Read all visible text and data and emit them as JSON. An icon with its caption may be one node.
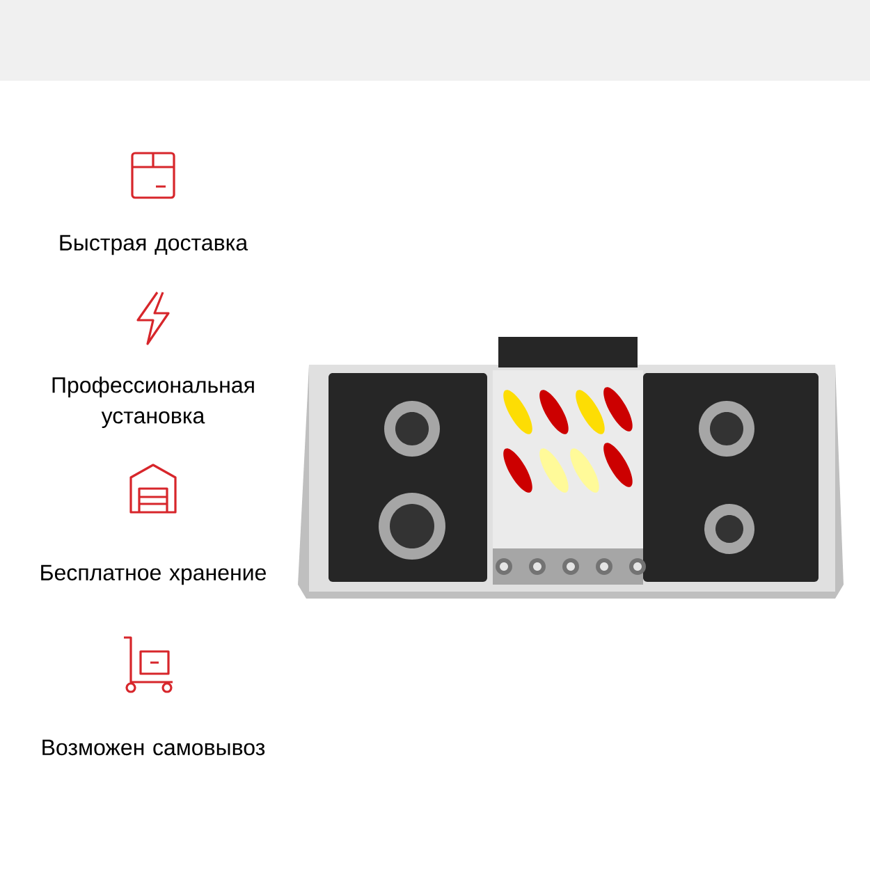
{
  "diagram": {
    "labels": [
      "Быстрая доставка",
      "Профессиональная установка",
      "Бесплатное хранение",
      "Возможен самовывоз"
    ]
  }
}
